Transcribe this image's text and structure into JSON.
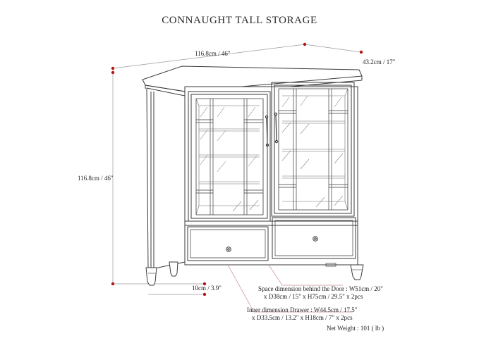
{
  "title": "CONNAUGHT TALL STORAGE",
  "dimensions": {
    "width": "116.8cm / 46\"",
    "depth": "43.2cm / 17\"",
    "height": "116.8cm / 46\"",
    "leg_height": "10cm / 3.9\""
  },
  "notes": {
    "door_space_line1": "Space dimension behind the Door : W51cm / 20\"",
    "door_space_line2": "x D38cm / 15\" x H75cm / 29.5\" x 2pcs",
    "drawer_line1": "Inner dimension Drawer : W44.5cm / 17.5\"",
    "drawer_line2": "x D33.5cm / 13.2\" x H18cm / 7\" x 2pcs",
    "net_weight": "Net Weight : 101 ( lb )"
  },
  "colors": {
    "line": "#3a3a3a",
    "dimension_line": "#9a9a9a",
    "marker": "#b01818",
    "leader": "#c88a8a"
  }
}
